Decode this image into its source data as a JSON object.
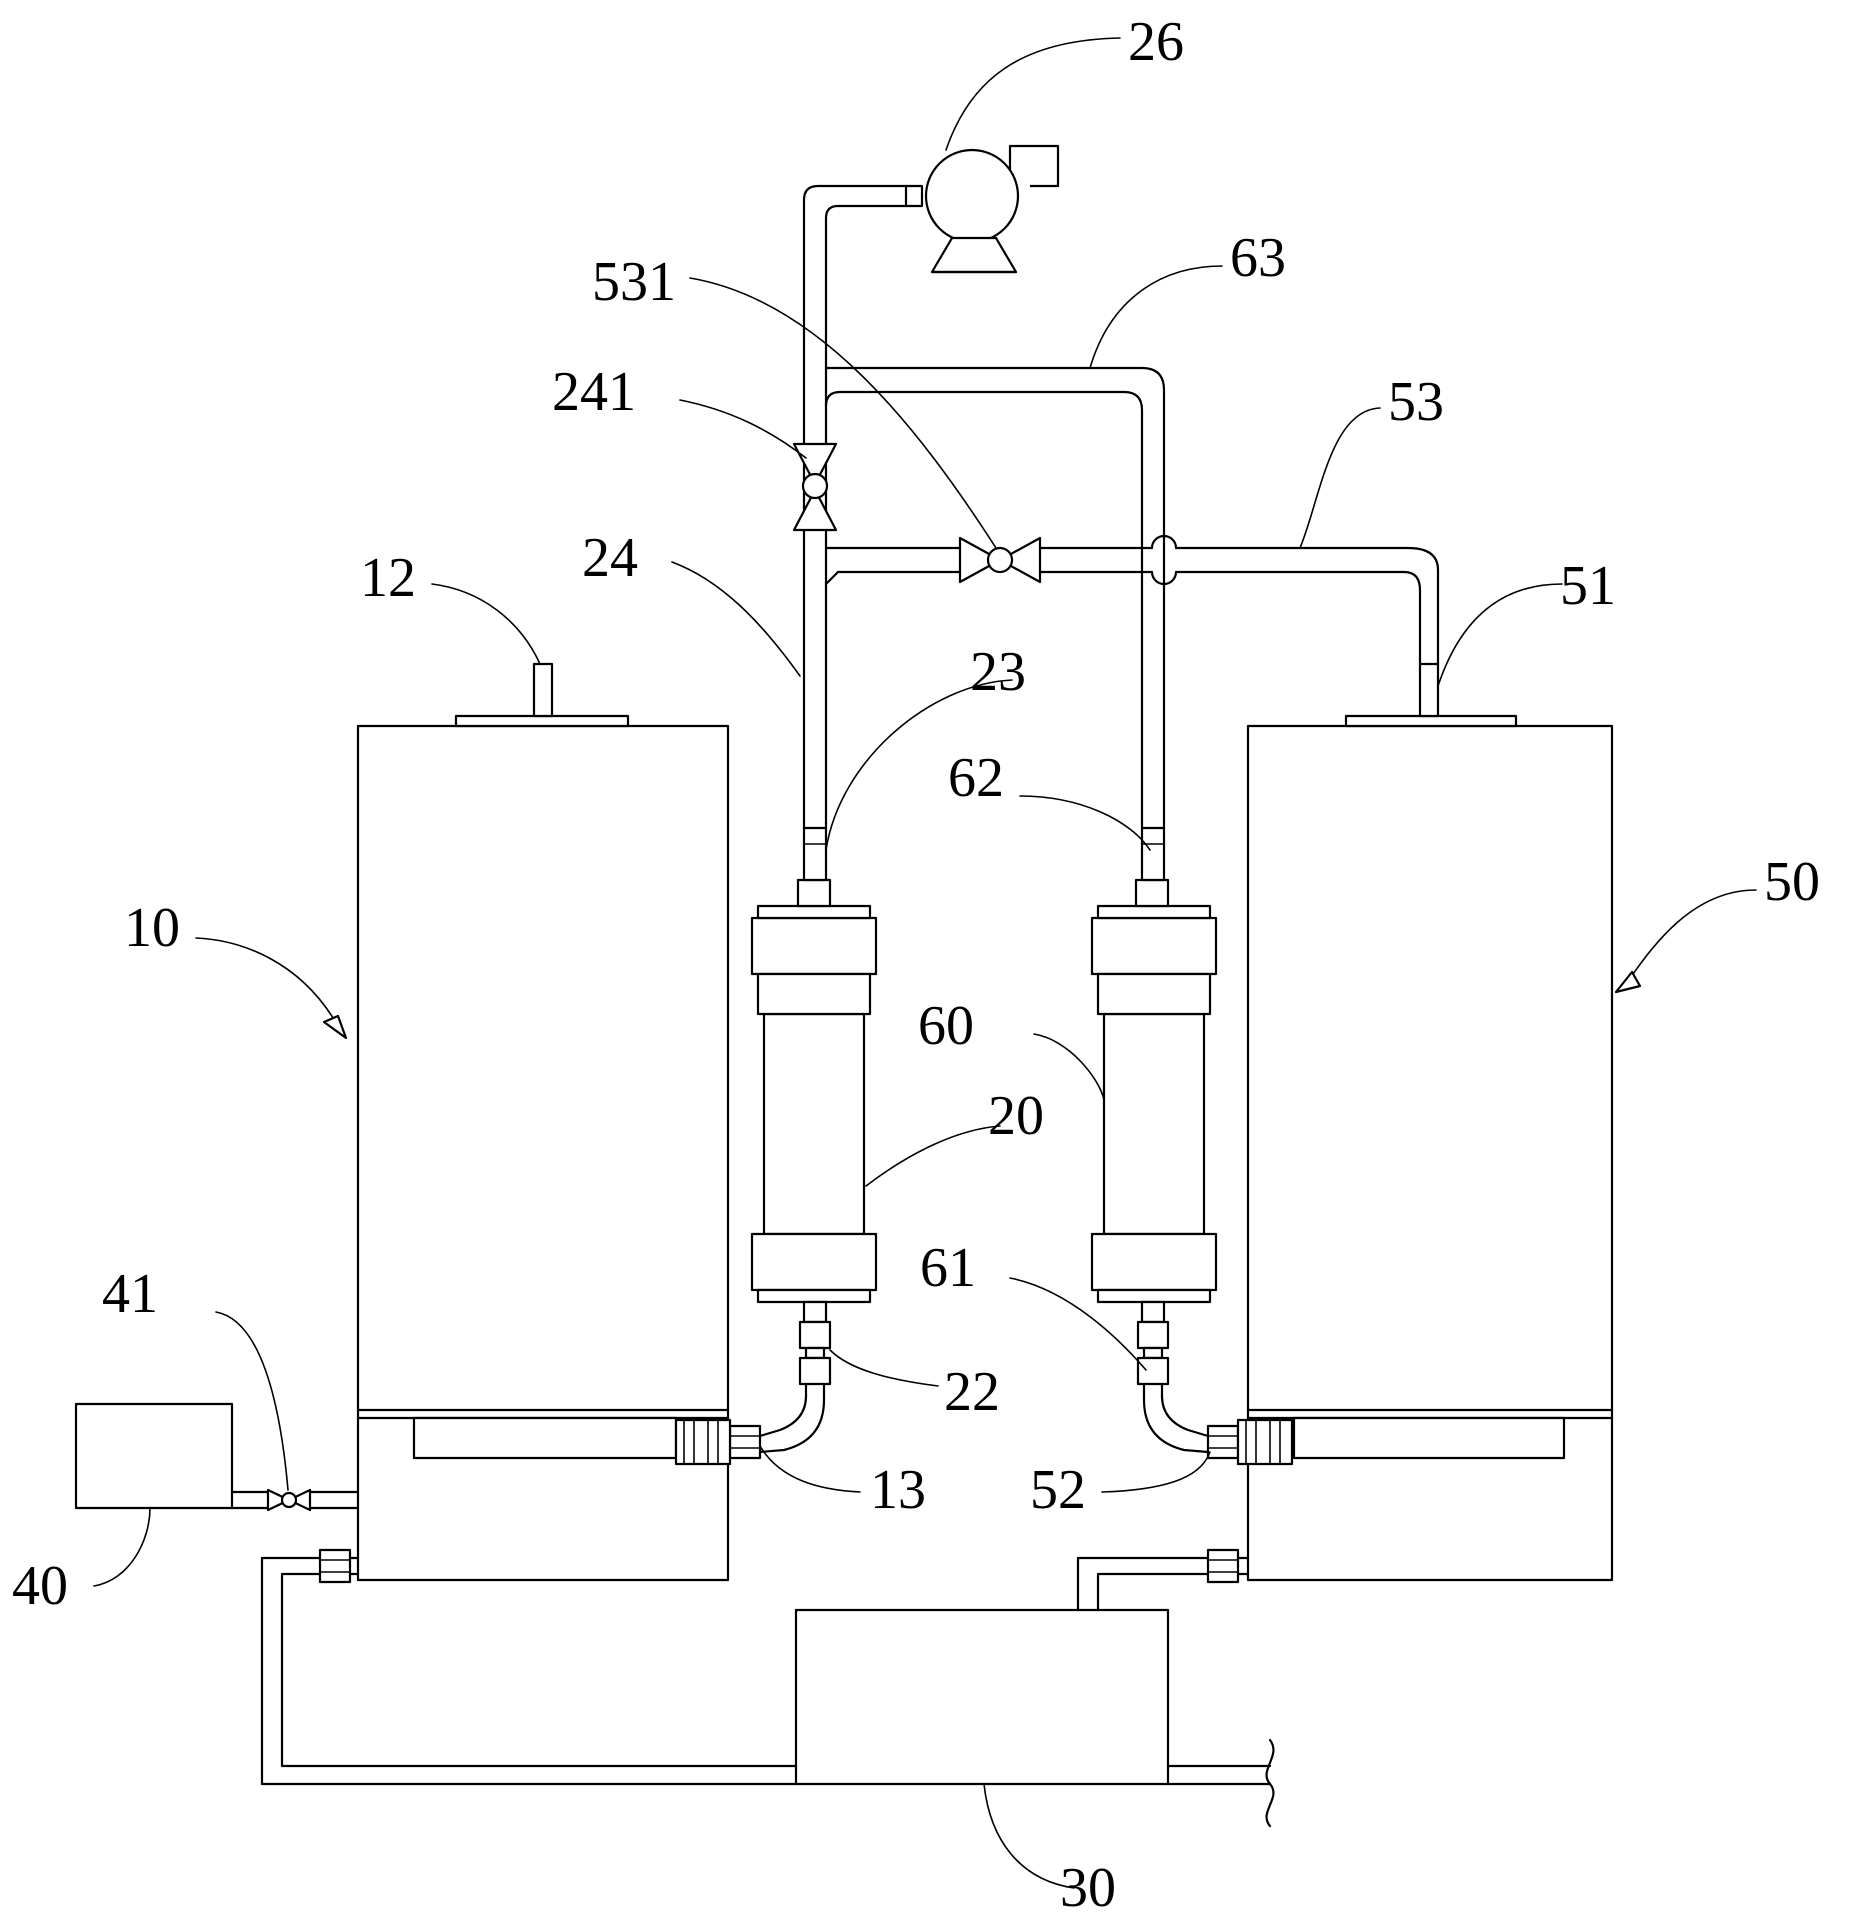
{
  "labels": {
    "l26": "26",
    "l531": "531",
    "l63": "63",
    "l241": "241",
    "l53": "53",
    "l24": "24",
    "l12": "12",
    "l51": "51",
    "l23": "23",
    "l62": "62",
    "l10": "10",
    "l50": "50",
    "l60": "60",
    "l20": "20",
    "l41": "41",
    "l61": "61",
    "l22": "22",
    "l13": "13",
    "l52": "52",
    "l40": "40",
    "l30": "30"
  }
}
